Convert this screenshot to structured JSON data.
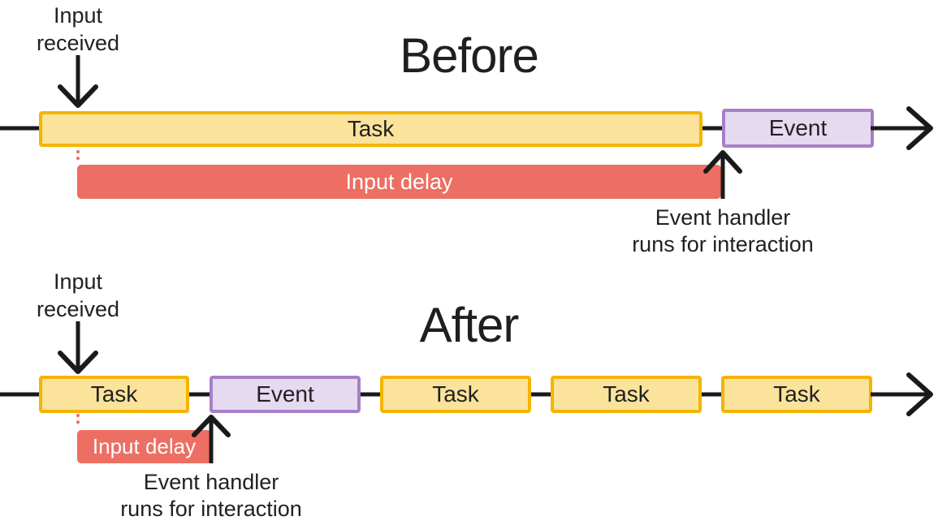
{
  "colors": {
    "background": "#FFFFFF",
    "task_fill": "#FBE39B",
    "task_border": "#F4B400",
    "event_fill": "#E5DAF0",
    "event_border": "#A87FC6",
    "input_delay_fill": "#ED6E63",
    "text_dark": "#212121",
    "text_light": "#FFFFFF",
    "arrow": "#1A1A1A"
  },
  "before": {
    "title": "Before",
    "input_received_line1": "Input",
    "input_received_line2": "received",
    "task_label": "Task",
    "event_label": "Event",
    "input_delay_label": "Input delay",
    "event_handler_line1": "Event handler",
    "event_handler_line2": "runs for interaction"
  },
  "after": {
    "title": "After",
    "input_received_line1": "Input",
    "input_received_line2": "received",
    "first_task_label": "Task",
    "event_label": "Event",
    "task_labels": [
      "Task",
      "Task",
      "Task"
    ],
    "input_delay_label": "Input delay",
    "event_handler_line1": "Event handler",
    "event_handler_line2": "runs for interaction"
  }
}
